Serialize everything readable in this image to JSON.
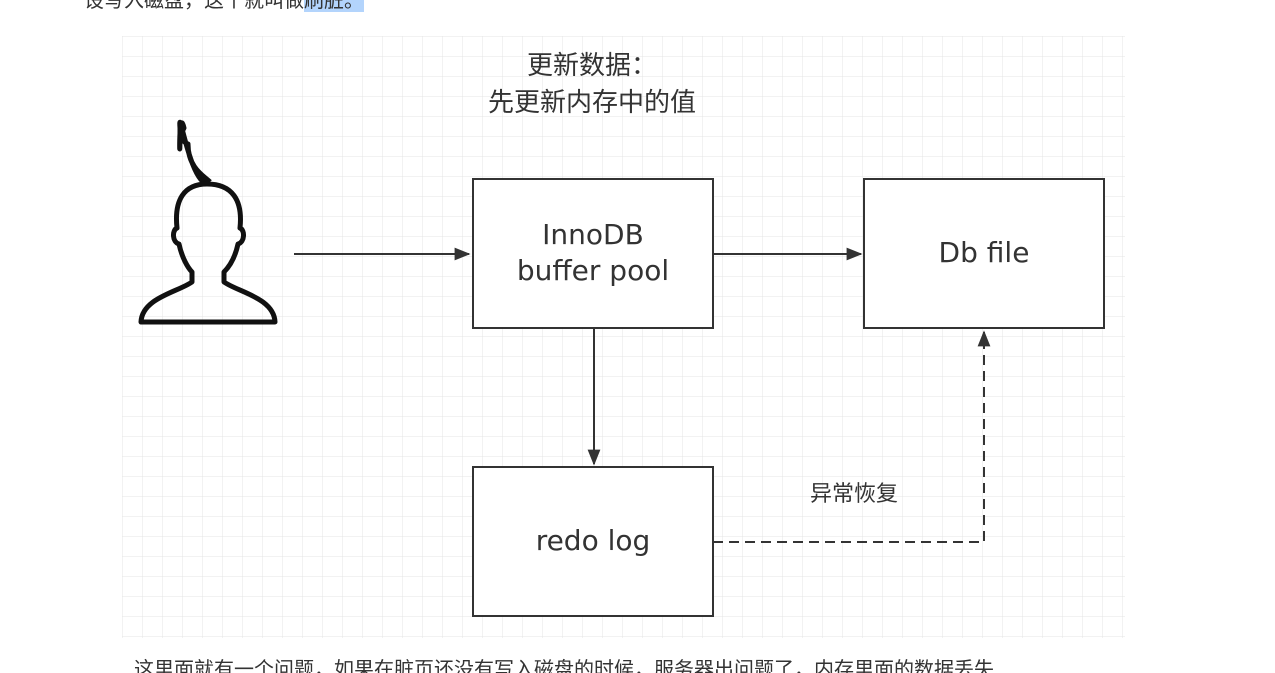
{
  "top_text": {
    "before": "设写入磁盘，这个就叫做",
    "highlight": "刷脏。"
  },
  "diagram": {
    "heading_line1": "更新数据：",
    "heading_line2": "先更新内存中的值",
    "nodes": {
      "buffer_pool_line1": "InnoDB",
      "buffer_pool_line2": "buffer pool",
      "db_file": "Db file",
      "redo_log": "redo log"
    },
    "edge_label_recovery": "异常恢复",
    "user_icon": "user-silhouette-icon",
    "colors": {
      "grid": "#e4e4e4",
      "stroke": "#333333",
      "node_fill": "#ffffff"
    }
  },
  "bottom_text": "这里面就有一个问题，如果在脏页还没有写入磁盘的时候，服务器出问题了，内存里面的数据丢失"
}
